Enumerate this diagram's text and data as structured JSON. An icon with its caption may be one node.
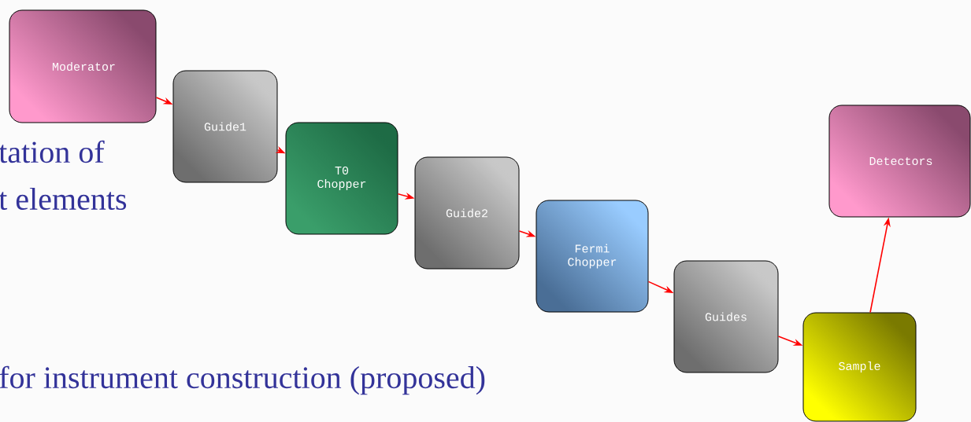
{
  "diagram": {
    "nodes": [
      {
        "text": [
          "Moderator"
        ]
      },
      {
        "text": [
          "Guide1"
        ]
      },
      {
        "text": [
          "T0 Chopper"
        ]
      },
      {
        "text": [
          "Guide2"
        ]
      },
      {
        "text": [
          "Fermi Chopper"
        ]
      },
      {
        "text": [
          "Guides"
        ]
      },
      {
        "text": [
          "Sample"
        ]
      },
      {
        "text": [
          "Detectors"
        ]
      }
    ],
    "edges": [
      {
        "from": 0,
        "to": 1,
        "arrow": "to"
      },
      {
        "from": 1,
        "to": 2,
        "arrow": "to"
      },
      {
        "from": 2,
        "to": 3,
        "arrow": "to"
      },
      {
        "from": 3,
        "to": 4,
        "arrow": "to"
      },
      {
        "from": 4,
        "to": 5,
        "arrow": "to"
      },
      {
        "from": 5,
        "to": 6,
        "arrow": "to"
      },
      {
        "from": 6,
        "to": 7,
        "arrow": "to"
      }
    ],
    "labels": [
      "tation of",
      "t elements",
      "for instrument construction (proposed)"
    ]
  }
}
